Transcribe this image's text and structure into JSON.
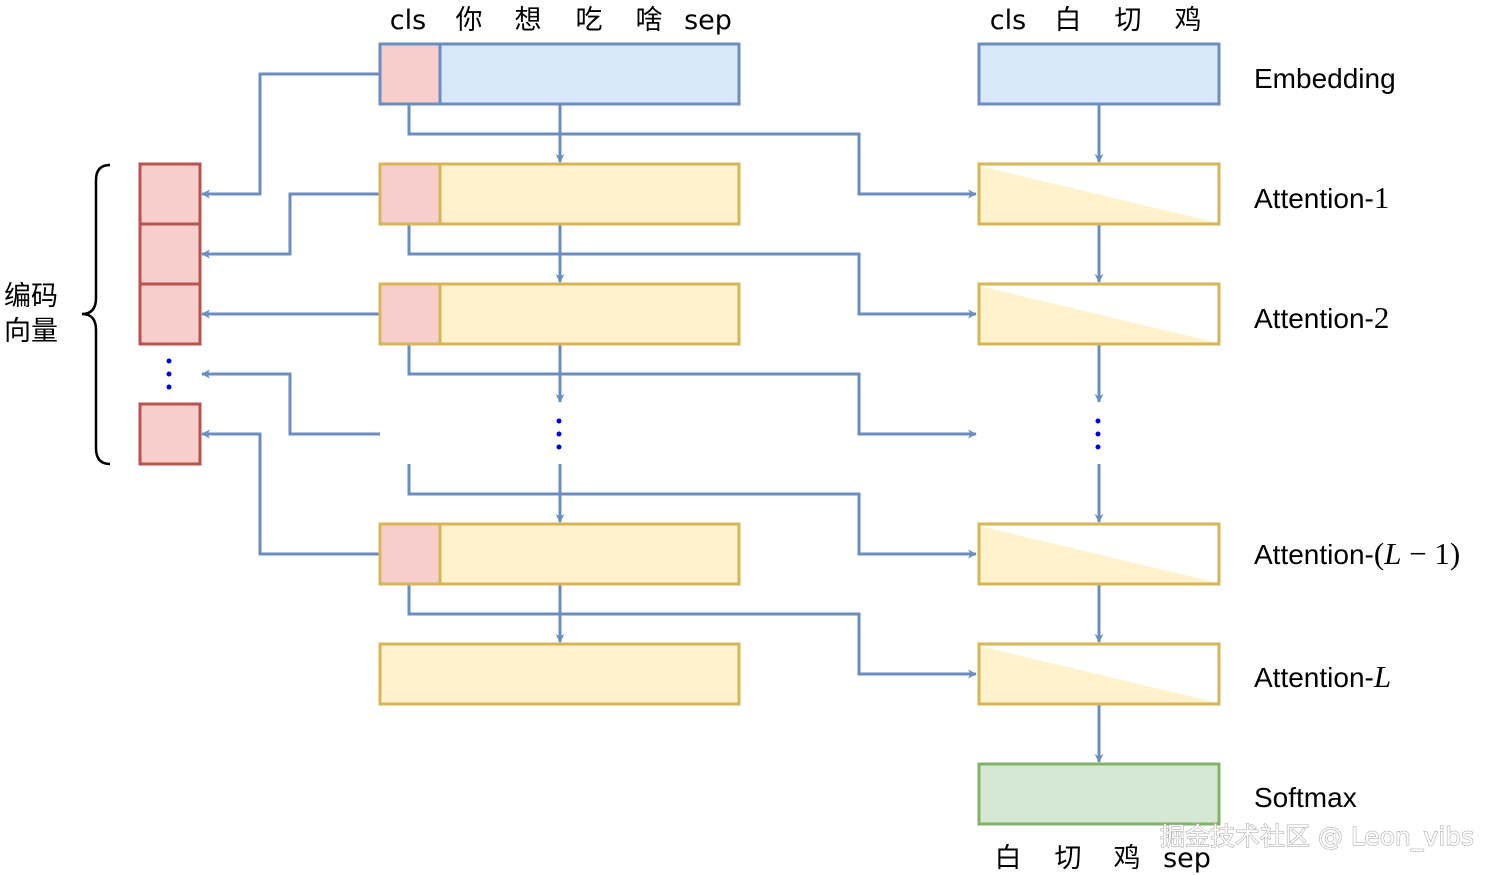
{
  "colors": {
    "connector": "#6c8ebf",
    "embedding_fill": "#dae8fc",
    "embedding_stroke": "#6c8ebf",
    "attention_fill": "#fff2cc",
    "attention_stroke": "#d6b656",
    "cls_fill": "#f8cecc",
    "cls_stroke": "#b85450",
    "softmax_fill": "#d5e8d4",
    "softmax_stroke": "#82b366",
    "ellipsis_dots": "#0000dd",
    "special_token": "#e8262b"
  },
  "encoder_input_tokens": [
    {
      "text": "cls",
      "special": true
    },
    {
      "text": "你",
      "special": false
    },
    {
      "text": "想",
      "special": false
    },
    {
      "text": "吃",
      "special": false
    },
    {
      "text": "啥",
      "special": false
    },
    {
      "text": "sep",
      "special": true
    }
  ],
  "decoder_input_tokens": [
    {
      "text": "cls",
      "special": true
    },
    {
      "text": "白",
      "special": false
    },
    {
      "text": "切",
      "special": false
    },
    {
      "text": "鸡",
      "special": false
    }
  ],
  "decoder_output_tokens": [
    {
      "text": "白",
      "special": false
    },
    {
      "text": "切",
      "special": false
    },
    {
      "text": "鸡",
      "special": false
    },
    {
      "text": "sep",
      "special": true
    }
  ],
  "encoding_vector_label": [
    "编码",
    "向量"
  ],
  "layer_labels": {
    "embedding": "Embedding",
    "attention_prefix": "Attention-",
    "attention_1_num": "1",
    "attention_2_num": "2",
    "attention_lm1_open": "(",
    "attention_lm1_var": "L",
    "attention_lm1_minus": " − ",
    "attention_lm1_one": "1",
    "attention_lm1_close": ")",
    "attention_L_var": "L",
    "softmax": "Softmax"
  },
  "watermark": "掘金技术社区 @ Leon_vibs"
}
